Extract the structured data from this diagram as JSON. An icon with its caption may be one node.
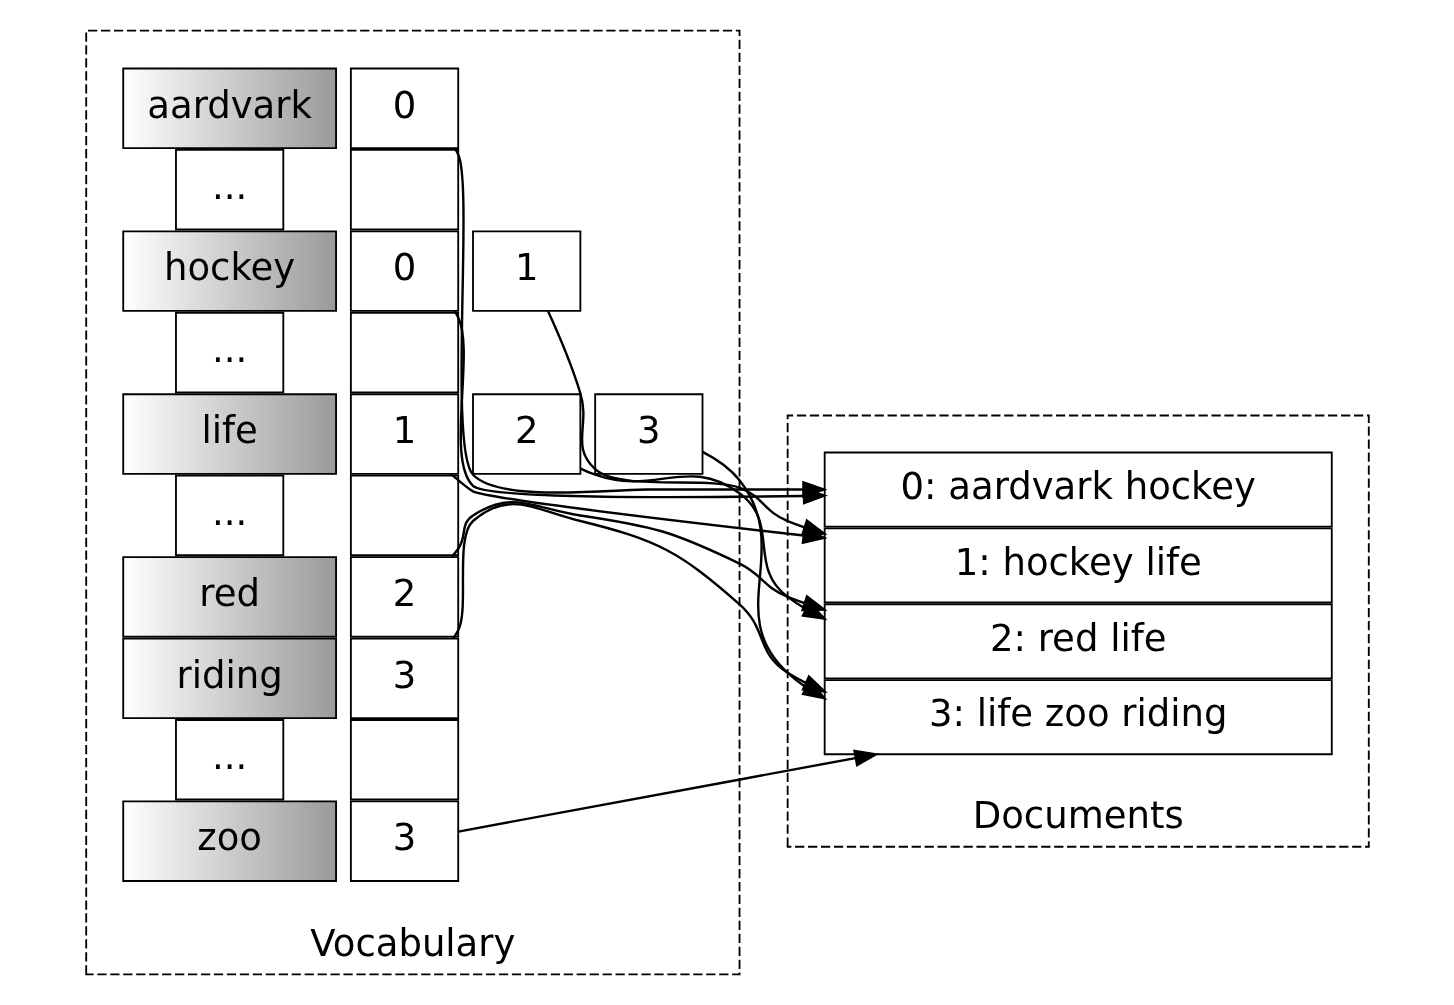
{
  "diagram": {
    "nodes": [
      {
        "text": [
          "Vocabulary"
        ]
      },
      {
        "text": [
          "aardvark"
        ],
        "in": 0
      },
      {
        "text": [
          "0"
        ],
        "in": 0
      },
      {
        "text": [
          "..."
        ],
        "in": 0
      },
      {
        "text": [],
        "shape": "box",
        "in": 0
      },
      {
        "text": [
          "hockey"
        ],
        "in": 0
      },
      {
        "text": [
          "0"
        ],
        "in": 0
      },
      {
        "text": [
          "1"
        ],
        "in": 0
      },
      {
        "text": [
          "..."
        ],
        "in": 0
      },
      {
        "text": [],
        "shape": "box",
        "in": 0
      },
      {
        "text": [
          "life"
        ],
        "in": 0
      },
      {
        "text": [
          "1"
        ],
        "in": 0
      },
      {
        "text": [
          "2"
        ],
        "in": 0
      },
      {
        "text": [
          "3"
        ],
        "in": 0
      },
      {
        "text": [
          "..."
        ],
        "in": 0
      },
      {
        "text": [],
        "shape": "box",
        "in": 0
      },
      {
        "text": [
          "red"
        ],
        "in": 0
      },
      {
        "text": [
          "2"
        ],
        "in": 0
      },
      {
        "text": [
          "riding"
        ],
        "in": 0
      },
      {
        "text": [
          "3"
        ],
        "in": 0
      },
      {
        "text": [
          "..."
        ],
        "in": 0
      },
      {
        "text": [],
        "shape": "box",
        "in": 0
      },
      {
        "text": [
          "zoo"
        ],
        "in": 0
      },
      {
        "text": [
          "3"
        ],
        "in": 0
      },
      {
        "text": [
          "Documents"
        ]
      },
      {
        "text": [
          "0: aardvark hockey"
        ],
        "in": 24
      },
      {
        "text": [
          "1: hockey life"
        ],
        "in": 24
      },
      {
        "text": [
          "2: red life"
        ],
        "in": 24
      },
      {
        "text": [
          "3: life zoo riding"
        ],
        "in": 24
      }
    ],
    "edges": [
      {
        "from": 2,
        "to": 25,
        "arrow": "to"
      },
      {
        "from": 6,
        "to": 25,
        "arrow": "to"
      },
      {
        "from": 7,
        "to": 26,
        "arrow": "to"
      },
      {
        "from": 11,
        "to": 26,
        "arrow": "to"
      },
      {
        "from": 12,
        "to": 27,
        "arrow": "to"
      },
      {
        "from": 13,
        "to": 28,
        "arrow": "to"
      },
      {
        "from": 17,
        "to": 27,
        "arrow": "to"
      },
      {
        "from": 19,
        "to": 28,
        "arrow": "to"
      },
      {
        "from": 23,
        "to": 28,
        "arrow": "to"
      }
    ]
  }
}
